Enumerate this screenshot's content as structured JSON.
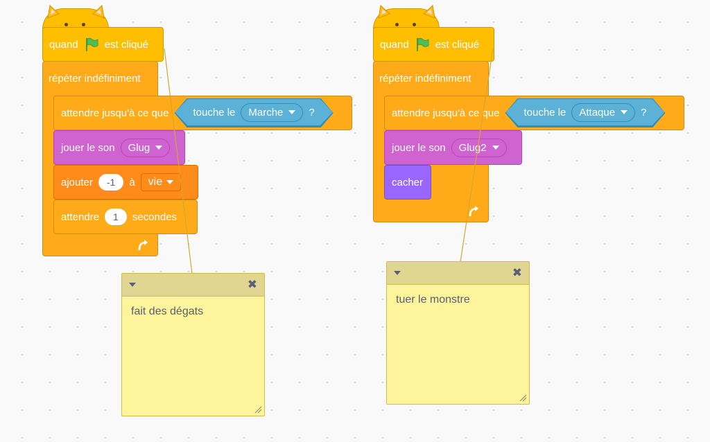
{
  "scripts": [
    {
      "hat": {
        "before": "quand",
        "after": "est cliqué"
      },
      "forever_label": "répéter indéfiniment",
      "wait_until": {
        "label": "attendre jusqu'à ce que",
        "touching": "touche le",
        "target": "Marche",
        "q": "?"
      },
      "play_sound": {
        "label": "jouer le son",
        "sound": "Glug"
      },
      "change_var": {
        "label": "ajouter",
        "value": "-1",
        "to": "à",
        "var": "vie"
      },
      "wait": {
        "label": "attendre",
        "value": "1",
        "unit": "secondes"
      }
    },
    {
      "hat": {
        "before": "quand",
        "after": "est cliqué"
      },
      "forever_label": "répéter indéfiniment",
      "wait_until": {
        "label": "attendre jusqu'à ce que",
        "touching": "touche le",
        "target": "Attaque",
        "q": "?"
      },
      "play_sound": {
        "label": "jouer le son",
        "sound": "Glug2"
      },
      "hide_label": "cacher"
    }
  ],
  "comments": [
    {
      "text": "fait des dégats",
      "close": "✖"
    },
    {
      "text": "tuer le monstre",
      "close": "✖"
    }
  ],
  "colors": {
    "events": "#ffbf00",
    "control": "#ffab19",
    "sensing": "#5cb1d6",
    "sound": "#cf63cf",
    "variables": "#ff8c1a",
    "looks": "#9966ff",
    "comment": "#fef49c",
    "flag": "#4cbf56"
  },
  "icons": [
    "green-flag-icon",
    "loop-arrow-icon",
    "dropdown-caret-icon",
    "close-icon",
    "resize-grip-icon"
  ]
}
